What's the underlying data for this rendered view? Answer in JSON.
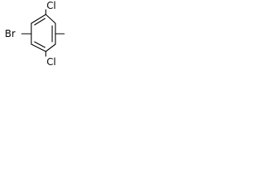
{
  "molecule": {
    "atoms": {
      "bromine": "Br",
      "chlorine_top": "Cl",
      "chlorine_bottom": "Cl"
    },
    "colors": {
      "bond": "#000000",
      "label": "#000000",
      "background": "#ffffff"
    }
  }
}
